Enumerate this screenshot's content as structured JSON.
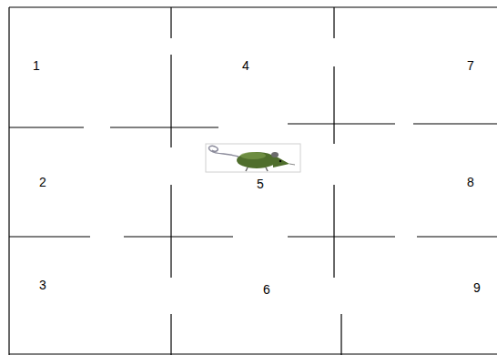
{
  "diagram": {
    "labels": [
      "1",
      "4",
      "7",
      "2",
      "5",
      "8",
      "3",
      "6",
      "9"
    ]
  }
}
